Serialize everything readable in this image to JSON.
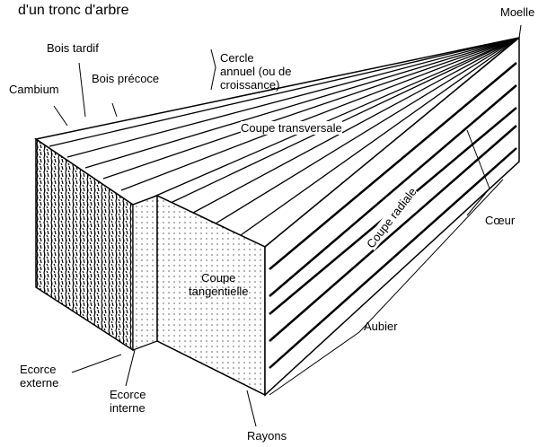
{
  "title": "d'un tronc d'arbre",
  "labels": {
    "moelle": "Moelle",
    "bois_tardif": "Bois tardif",
    "bois_precoce": "Bois précoce",
    "cambium": "Cambium",
    "cercle_line1": "Cercle",
    "cercle_line2": "annuel (ou de",
    "cercle_line3": "croissance)",
    "coupe_transversale": "Coupe transversale",
    "coupe_radiale": "Coupe radiale",
    "coeur": "Cœur",
    "coupe_tangentielle_1": "Coupe",
    "coupe_tangentielle_2": "tangentielle",
    "aubier": "Aubier",
    "ecorce_externe_1": "Ecorce",
    "ecorce_externe_2": "externe",
    "ecorce_interne_1": "Ecorce",
    "ecorce_interne_2": "interne",
    "rayons": "Rayons"
  }
}
